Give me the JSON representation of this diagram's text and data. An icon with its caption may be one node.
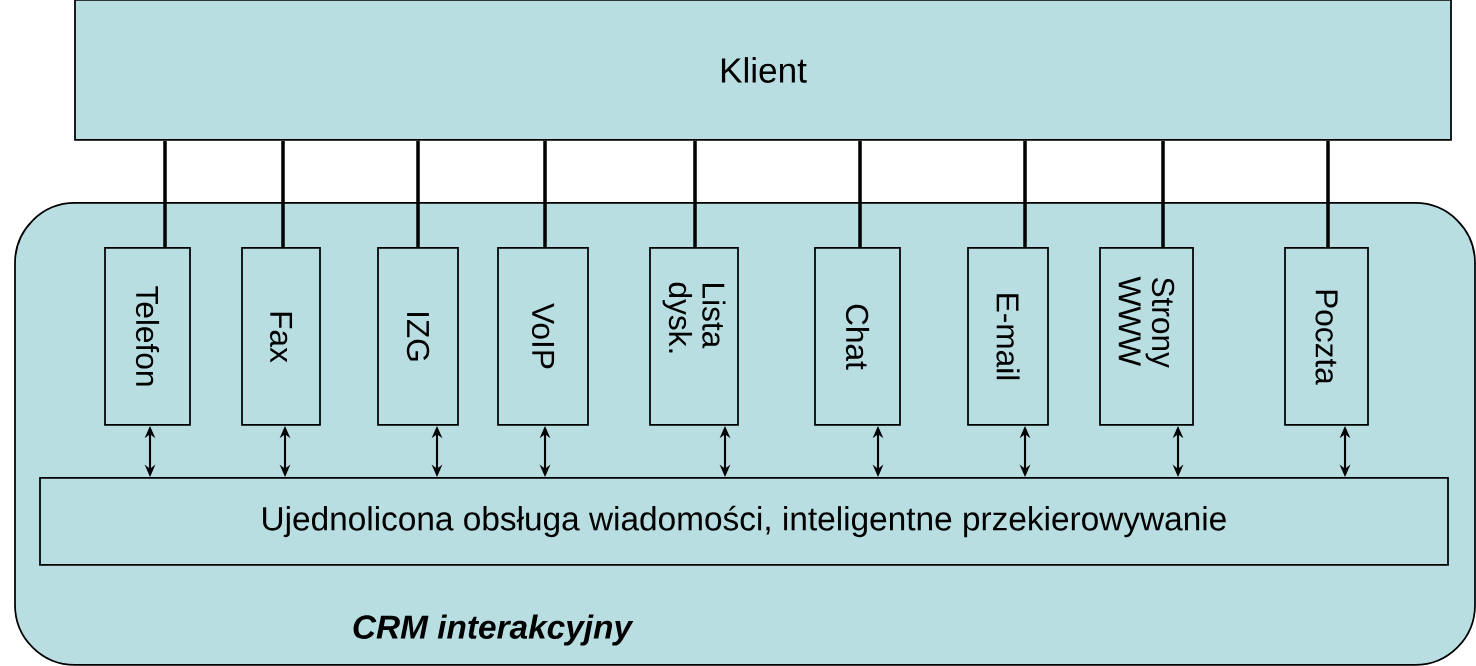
{
  "diagram": {
    "nodes": [
      {
        "text": [
          "Klient"
        ]
      },
      {
        "text": [
          "CRM interakcyjny"
        ]
      },
      {
        "text": [
          "Telefon"
        ],
        "in": 1
      },
      {
        "text": [
          "Fax"
        ],
        "in": 1
      },
      {
        "text": [
          "IZG"
        ],
        "in": 1
      },
      {
        "text": [
          "VoIP"
        ],
        "in": 1
      },
      {
        "text": [
          "Lista dysk."
        ],
        "in": 1
      },
      {
        "text": [
          "Chat"
        ],
        "in": 1
      },
      {
        "text": [
          "E-mail"
        ],
        "in": 1
      },
      {
        "text": [
          "Strony WWW"
        ],
        "in": 1
      },
      {
        "text": [
          "Poczta"
        ],
        "in": 1
      },
      {
        "text": [
          "Ujednolicona obsługa wiadomości, inteligentne przekierowywanie"
        ],
        "in": 1
      }
    ],
    "edges": [
      {
        "from": 0,
        "to": 2,
        "arrow": "none"
      },
      {
        "from": 0,
        "to": 3,
        "arrow": "none"
      },
      {
        "from": 0,
        "to": 4,
        "arrow": "none"
      },
      {
        "from": 0,
        "to": 5,
        "arrow": "none"
      },
      {
        "from": 0,
        "to": 6,
        "arrow": "none"
      },
      {
        "from": 0,
        "to": 7,
        "arrow": "none"
      },
      {
        "from": 0,
        "to": 8,
        "arrow": "none"
      },
      {
        "from": 0,
        "to": 9,
        "arrow": "none"
      },
      {
        "from": 0,
        "to": 10,
        "arrow": "none"
      },
      {
        "from": 2,
        "to": 11,
        "arrow": "both"
      },
      {
        "from": 3,
        "to": 11,
        "arrow": "both"
      },
      {
        "from": 4,
        "to": 11,
        "arrow": "both"
      },
      {
        "from": 5,
        "to": 11,
        "arrow": "both"
      },
      {
        "from": 6,
        "to": 11,
        "arrow": "both"
      },
      {
        "from": 7,
        "to": 11,
        "arrow": "both"
      },
      {
        "from": 8,
        "to": 11,
        "arrow": "both"
      },
      {
        "from": 9,
        "to": 11,
        "arrow": "both"
      },
      {
        "from": 10,
        "to": 11,
        "arrow": "both"
      }
    ]
  }
}
